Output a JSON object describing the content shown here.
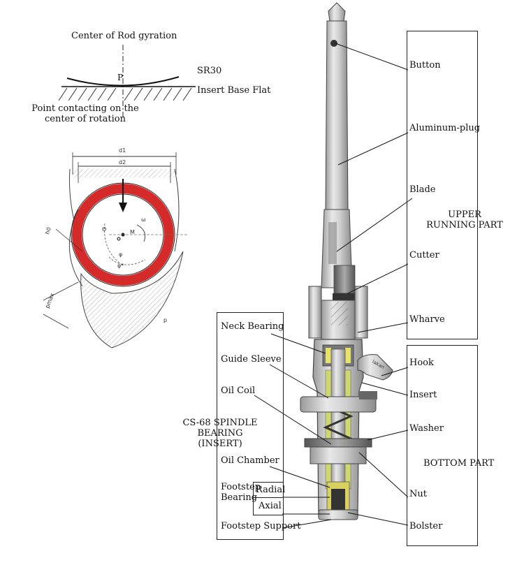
{
  "rod_diagram": {
    "center_of_rod_gyration": "Center of Rod gyration",
    "p_label": "P",
    "sr30": "SR30",
    "insert_base_flat": "Insert Base Flat",
    "point_contacting": "Point contacting on the\ncenter of rotation"
  },
  "bearing_diagram": {
    "d1": "d1",
    "d2": "d2",
    "h0": "h0",
    "pmax": "pmax",
    "p": "p",
    "m": "M",
    "theta": "Θ",
    "omega": "ω",
    "phi": "φ",
    "phi_star": "φ*",
    "ring_color": "#d42a2a"
  },
  "spindle": {
    "brand_tag": "lakan",
    "upper_labels": [
      "Button",
      "Aluminum-plug",
      "Blade",
      "Cutter",
      "Wharve"
    ],
    "upper_part_title": "UPPER\nRUNNING PART",
    "bottom_labels": [
      "Hook",
      "Insert",
      "Washer",
      "Nut",
      "Bolster"
    ],
    "bottom_part_title": "BOTTOM PART",
    "left_labels": [
      "Neck Bearing",
      "Guide Sleeve",
      "Oil Coil",
      "Oil Chamber"
    ],
    "footstep_bearing": "Footstep\nBearing",
    "radial": "Radial",
    "axial": "Axial",
    "footstep_support": "Footstep Support",
    "cs68_title": "CS-68 SPINDLE BEARING\n(INSERT)"
  }
}
